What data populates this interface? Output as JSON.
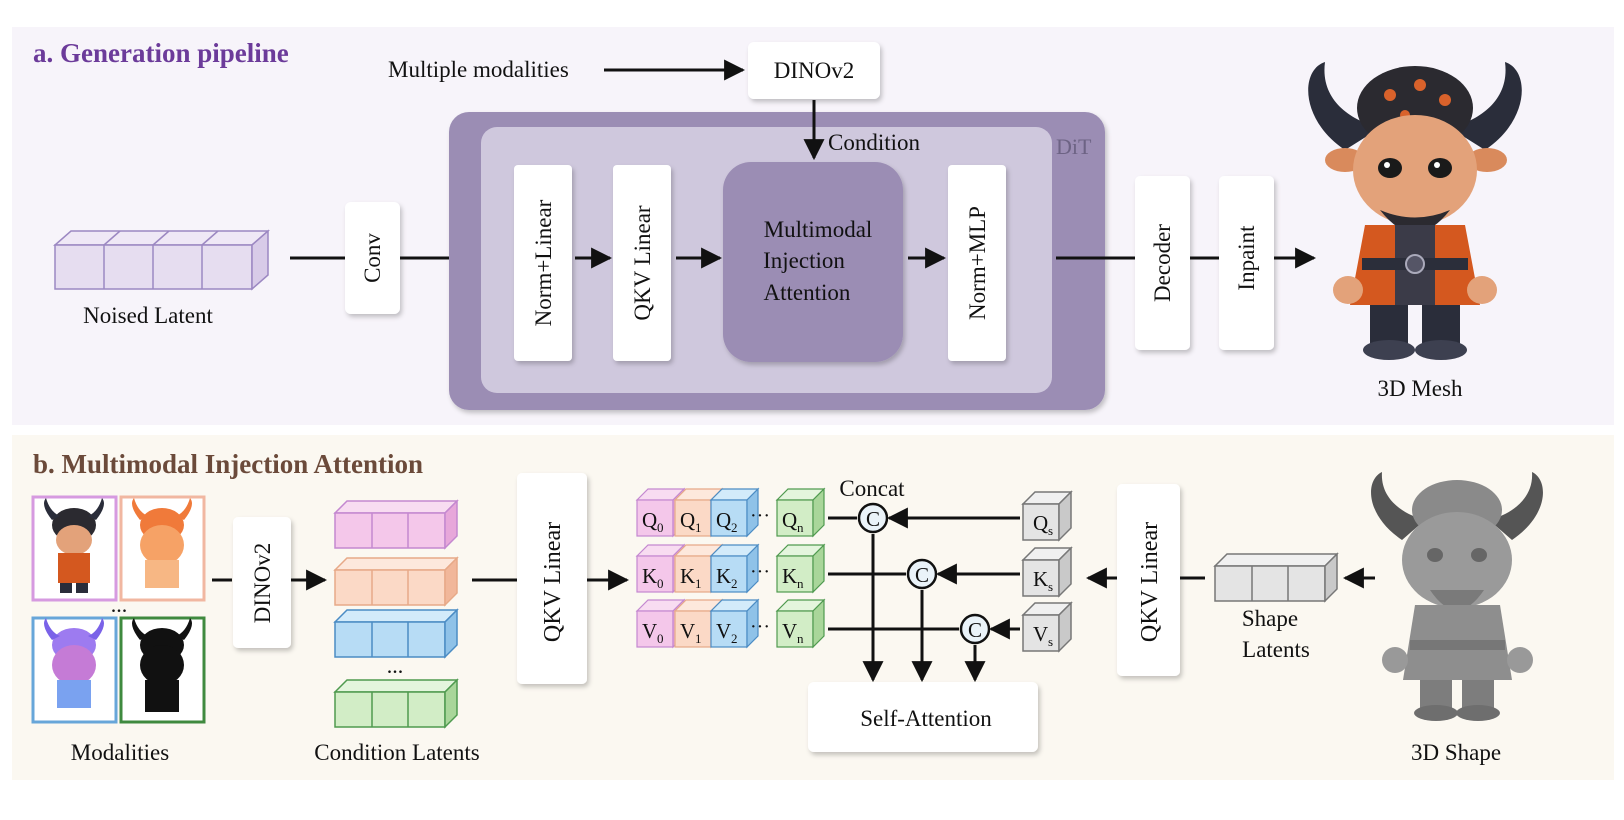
{
  "panel_a": {
    "title": "a. Generation pipeline",
    "noised_latent": "Noised Latent",
    "conv": "Conv",
    "multiple_modalities": "Multiple modalities",
    "dinov2": "DINOv2",
    "condition": "Condition",
    "dit": "DiT",
    "norm_linear": "Norm+Linear",
    "qkv_linear": "QKV Linear",
    "mia_line1": "Multimodal",
    "mia_line2": "Injection",
    "mia_line3": "Attention",
    "norm_mlp": "Norm+MLP",
    "decoder": "Decoder",
    "inpaint": "Inpaint",
    "mesh": "3D Mesh"
  },
  "panel_b": {
    "title": "b. Multimodal Injection Attention",
    "modalities": "Modalities",
    "dinov2": "DINOv2",
    "condition_latents": "Condition Latents",
    "qkv_linear_left": "QKV Linear",
    "concat": "Concat",
    "concat_symbol": "C",
    "q": [
      "Q",
      "Q",
      "Q",
      "Q"
    ],
    "q_sub": [
      "0",
      "1",
      "2",
      "n"
    ],
    "k": [
      "K",
      "K",
      "K",
      "K"
    ],
    "k_sub": [
      "0",
      "1",
      "2",
      "n"
    ],
    "v": [
      "V",
      "V",
      "V",
      "V"
    ],
    "v_sub": [
      "0",
      "1",
      "2",
      "n"
    ],
    "dots": "···",
    "ellipsis": "...",
    "qs": "Q",
    "qs_sub": "s",
    "ks": "K",
    "ks_sub": "s",
    "vs": "V",
    "vs_sub": "s",
    "self_attention": "Self-Attention",
    "qkv_linear_right": "QKV Linear",
    "shape_latents_1": "Shape",
    "shape_latents_2": "Latents",
    "shape": "3D Shape"
  },
  "colors": {
    "panel_a_bg": "#f7f4fa",
    "panel_b_bg": "#fbf8f1",
    "dit_outer": "#9b8db4",
    "dit_inner": "#cfc8dd",
    "mia_box": "#9b8db4",
    "latent_lavender": "#e6ddf0",
    "pink": "#f4c7ea",
    "peach": "#fbd9c6",
    "blue": "#b7dcf5",
    "green": "#d2edc6",
    "gray": "#e4e4e4"
  }
}
